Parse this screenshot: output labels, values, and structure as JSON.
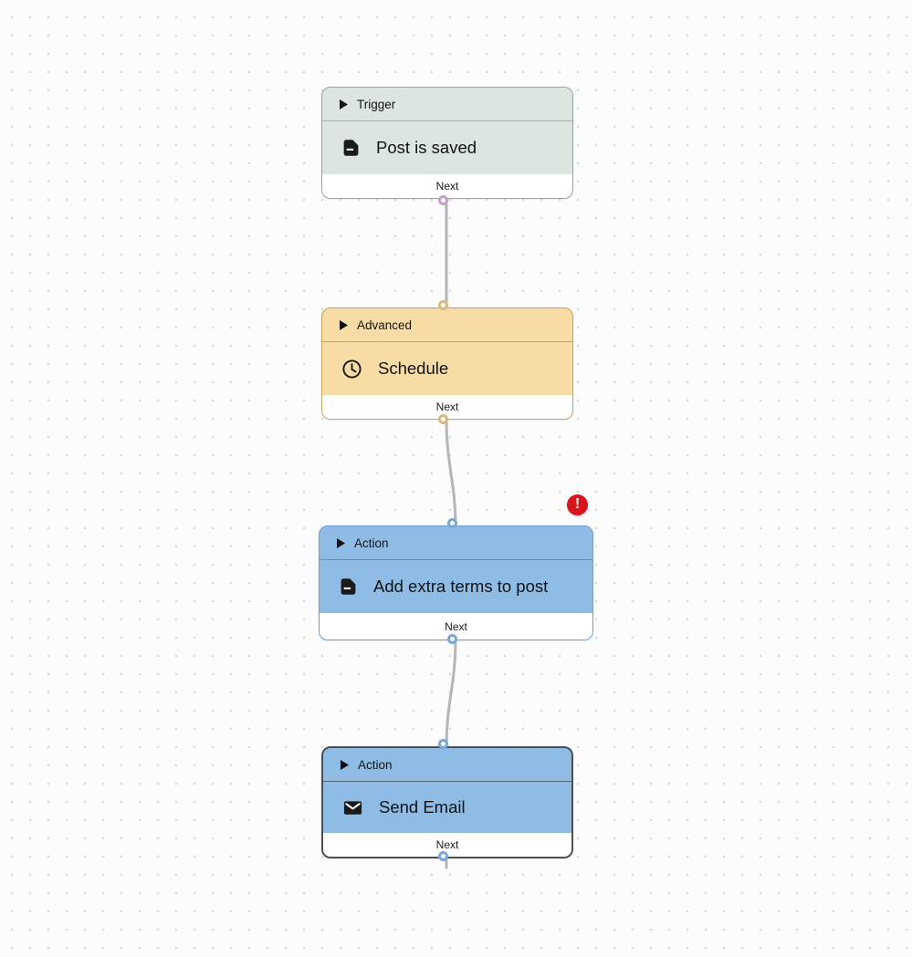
{
  "wire_color": "#b5b5ba",
  "nodes": [
    {
      "category": "Trigger",
      "title": "Post is saved",
      "footer_label": "Next",
      "icon": "document-icon",
      "colors": {
        "fill": "#dde5e0",
        "border": "#9aa49d",
        "divider": "#a7afa9",
        "port": "#c2a0c6"
      }
    },
    {
      "category": "Advanced",
      "title": "Schedule",
      "footer_label": "Next",
      "icon": "clock-icon",
      "colors": {
        "fill": "#f7dca6",
        "border": "#c9a161",
        "divider": "#bfa06a",
        "port": "#d9b97c"
      }
    },
    {
      "category": "Action",
      "title": "Add extra terms to post",
      "footer_label": "Next",
      "icon": "document-icon",
      "error_badge": "!",
      "error_color": "#d8151d",
      "colors": {
        "fill": "#8fbce4",
        "border": "#6d9ed2",
        "divider": "#6690b8",
        "port": "#79a7d6"
      }
    },
    {
      "category": "Action",
      "title": "Send Email",
      "footer_label": "Next",
      "icon": "mail-icon",
      "colors": {
        "fill": "#8fbce4",
        "border": "#4f4f4f",
        "divider": "#566672",
        "port": "#79a7d6"
      }
    }
  ]
}
